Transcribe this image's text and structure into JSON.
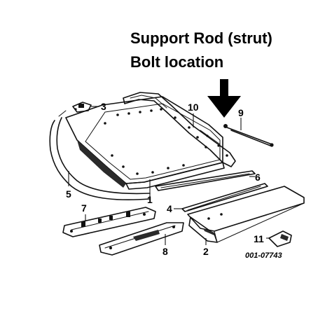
{
  "headline": {
    "line1": "Support Rod (strut)",
    "line2": "Bolt location"
  },
  "callouts": [
    "1",
    "2",
    "3",
    "4",
    "5",
    "6",
    "7",
    "8",
    "9",
    "10",
    "11"
  ],
  "reference_code": "001-07743",
  "arrow_icon": "down-arrow-icon"
}
